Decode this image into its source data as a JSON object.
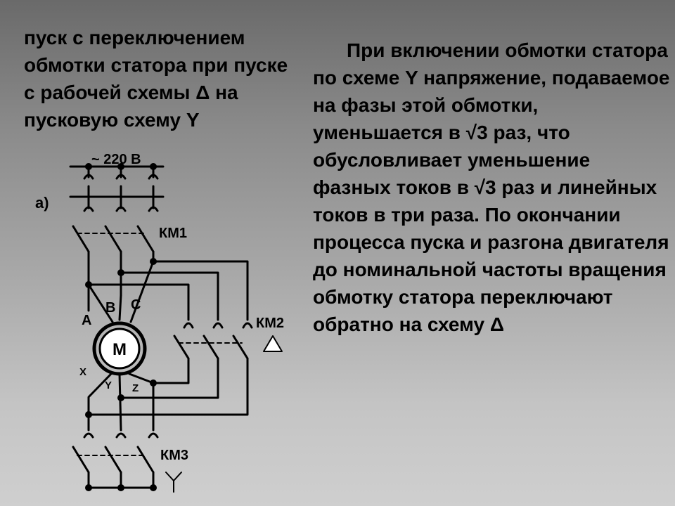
{
  "slide": {
    "title": "пуск с переключением обмотки статора при пуске с рабочей схемы Δ на пусковую схему Y",
    "body": "При включении обмотки статора по схеме Y напряжение, подаваемое на фазы этой обмотки, уменьшается в √3 раз, что обусловливает уменьшение фазных токов в √3 раз и линейных токов в три раза. По окончании процесса пуска и разгона двигателя до номинальной частоты вращения обмотку статора переключают обратно на схему Δ"
  },
  "diagram": {
    "supply_label": "~ 220 В",
    "figure_label": "а)",
    "km1_label": "КМ1",
    "km2_label": "КМ2",
    "km3_label": "КМ3",
    "km2_symbol": "Δ",
    "km3_symbol": "Y",
    "motor_label": "М",
    "terminal_a": "A",
    "terminal_b": "B",
    "terminal_c": "C",
    "terminal_x": "X",
    "terminal_y": "Y",
    "terminal_z": "Z"
  }
}
